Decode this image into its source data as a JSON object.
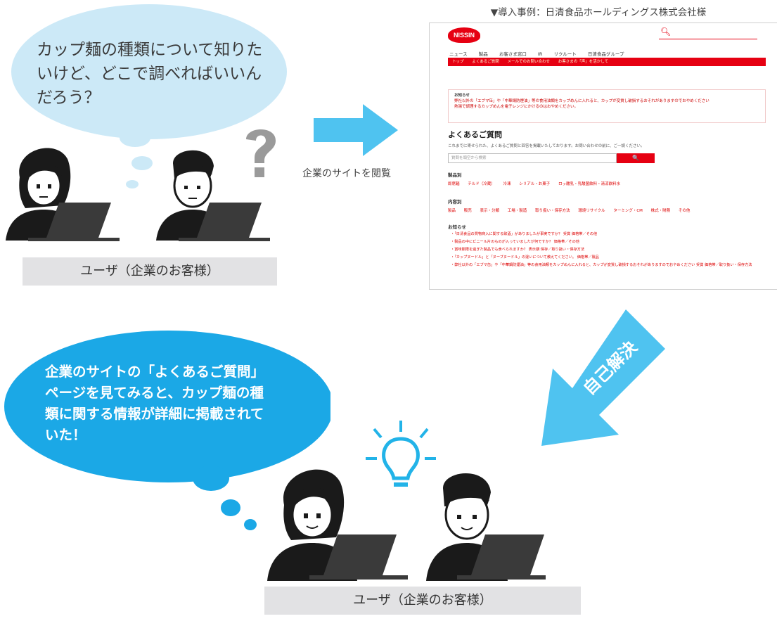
{
  "top_bubble": {
    "lines": [
      "カップ麺の種類について知りた",
      "いけど、どこで調べればいいん",
      "だろう？"
    ]
  },
  "top_question_mark": "?",
  "top_user_label": "ユーザ（企業のお客様）",
  "browse_label": "企業のサイトを閲覧",
  "case_caption": "▼導入事例：日清食品ホールディングス株式会社様",
  "website": {
    "logo": "NISSIN",
    "nav_items": [
      "ニュース",
      "製品",
      "お客さま窓口",
      "IR",
      "リクルート",
      "日清食品グループ"
    ],
    "subnav_items": [
      "トップ",
      "よくあるご質問",
      "メールでのお問い合わせ",
      "お客さまの「声」を活かして"
    ],
    "notice_heading": "お知らせ",
    "notice_lines": [
      "弊社以外の「エブマ缶」や「中華鍋防煙油」等の食用油類をカップめんに入れると、カップが変質し破損するおそれがありますのでおやめください",
      "熱湯で調理するカップめんを電子レンジにかけるのはおやめください。"
    ],
    "faq_title": "よくあるご質問",
    "faq_desc": "これまでに寄せられた、よくあるご質問と回答を掲載いたしております。お問い合わせの前に、ご一読ください。",
    "search_placeholder": "質問を頭空から検索",
    "search_button": "🔍",
    "section_product_heading": "製品別",
    "section_product_links": [
      "即席麺",
      "チルド（冷蔵）",
      "冷凍",
      "シリアル・お菓子",
      "ロッ酸乳・乳酸菌飲料・清涼飲料水"
    ],
    "section_content_heading": "内容別",
    "section_content_links": [
      "製品",
      "販売",
      "表示・分類",
      "工場・製造",
      "取り扱い・保存方法",
      "環境リサイクル",
      "ターミング・CM",
      "株式・財務",
      "その他"
    ],
    "news_heading": "お知らせ",
    "news_items": [
      "・「日清食品の買物商入に関する飲酒」がありましたが事実ですか？ 受賞 価格帯／その他",
      "・製品の中にビニール片のものが入っていましたが何ですか？ 価格帯／その他",
      "・賞味期限を過ぎた製品でも食べられますか？ 表示期 保存／取り扱い・保存方法",
      "・「カップヌードル」と「ヌーブヌードル」の違いについて教えてください。 価格帯／製品",
      "・弊社以外の「エブマ缶」や「中華鍋防煙油」等の食用油類をカップめんに入れると、カップが変質し破損するおそれがありますのでおやめください 受賞 価格帯／取り扱い・保存方法"
    ]
  },
  "self_solve_label": "自己解決",
  "bottom_bubble": {
    "lines": [
      "企業のサイトの「よくあるご質問」",
      "ページを見てみると、カップ麺の種",
      "類に関する情報が詳細に掲載されて",
      "いた！"
    ]
  },
  "bottom_user_label": "ユーザ（企業のお客様）",
  "colors": {
    "light_bubble": "#cce9f7",
    "strong_bubble": "#1ba8e6",
    "arrow": "#4fc3f0",
    "brand_red": "#e60012",
    "label_bg": "#e2e2e4",
    "question_mark": "#9a9a9a",
    "bulb": "#22b3e8"
  }
}
